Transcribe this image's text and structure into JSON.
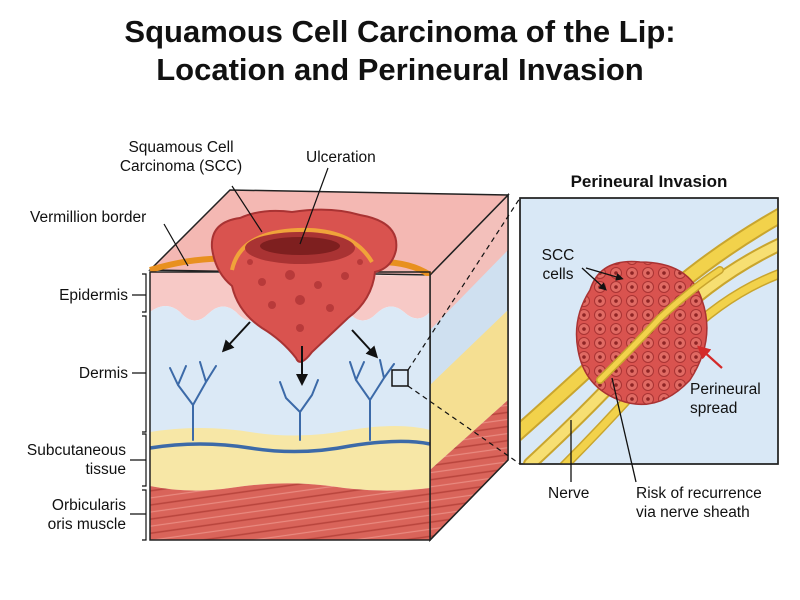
{
  "title": {
    "line1": "Squamous Cell Carcinoma of the Lip:",
    "line2": "Location and Perineural Invasion"
  },
  "labels": {
    "scc_line1": "Squamous Cell",
    "scc_line2": "Carcinoma (SCC)",
    "ulceration": "Ulceration",
    "vermillion_border": "Vermillion border",
    "epidermis": "Epidermis",
    "dermis": "Dermis",
    "subcutaneous_line1": "Subcutaneous",
    "subcutaneous_line2": "tissue",
    "muscle_line1": "Orbicularis",
    "muscle_line2": "oris muscle"
  },
  "inset": {
    "title": "Perineural Invasion",
    "scc_cells_line1": "SCC",
    "scc_cells_line2": "cells",
    "perineural_line1": "Perineural",
    "perineural_line2": "spread",
    "nerve": "Nerve",
    "risk_line1": "Risk of recurrence",
    "risk_line2": "via nerve sheath"
  },
  "colors": {
    "tumor": "#d9534f",
    "tumor_dark": "#b83a3a",
    "epidermis": "#f7c9c6",
    "vermillion": "#f0a33a",
    "dermis": "#dbe9f6",
    "fat": "#f7e7a6",
    "muscle": "#d65a4f",
    "nerve": "#f2d24b",
    "vessel": "#3c6aa8",
    "arrow_red": "#d42a2a"
  }
}
